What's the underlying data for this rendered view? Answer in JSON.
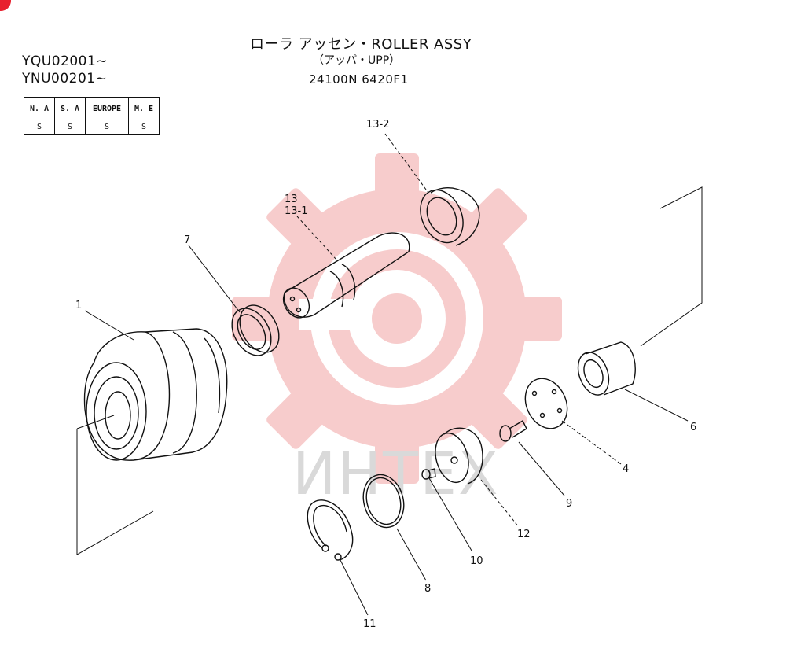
{
  "header": {
    "serial_1": "YQU02001~",
    "serial_2": "YNU00201~",
    "title": "ローラ アッセン・ROLLER ASSY",
    "subtitle": "（アッパ・UPP）",
    "part_number": "24100N 6420F1"
  },
  "region_table": {
    "headers": [
      "N. A",
      "S. A",
      "EUROPE",
      "M. E"
    ],
    "values": [
      "S",
      "S",
      "S",
      "S"
    ]
  },
  "watermark": {
    "text": "ИНТЕХ",
    "color": "#f2b8b8"
  },
  "callouts": {
    "c1": "1",
    "c4": "4",
    "c6": "6",
    "c7": "7",
    "c8": "8",
    "c9": "9",
    "c10": "10",
    "c11": "11",
    "c12": "12",
    "c13": "13",
    "c13_1": "13-1",
    "c13_2": "13-2"
  },
  "colors": {
    "accent": "#e8202e",
    "line": "#111111"
  }
}
